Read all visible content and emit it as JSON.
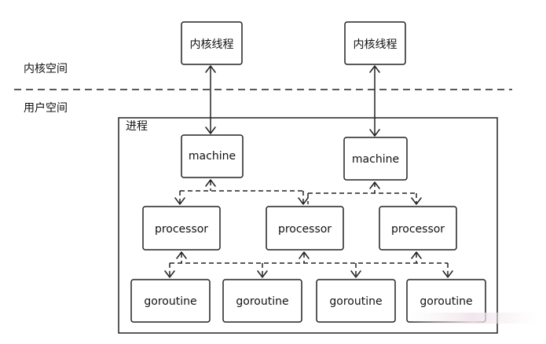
{
  "zones": {
    "kernel_space": "内核空间",
    "user_space": "用户空间"
  },
  "process": {
    "label": "进程"
  },
  "kernel_threads": [
    {
      "label": "内核线程"
    },
    {
      "label": "内核线程"
    }
  ],
  "machines": [
    {
      "label": "machine"
    },
    {
      "label": "machine"
    }
  ],
  "processors": [
    {
      "label": "processor"
    },
    {
      "label": "processor"
    },
    {
      "label": "processor"
    }
  ],
  "goroutines": [
    {
      "label": "goroutine"
    },
    {
      "label": "goroutine"
    },
    {
      "label": "goroutine"
    },
    {
      "label": "goroutine"
    }
  ],
  "colors": {
    "stroke": "#222222",
    "background": "#ffffff"
  }
}
